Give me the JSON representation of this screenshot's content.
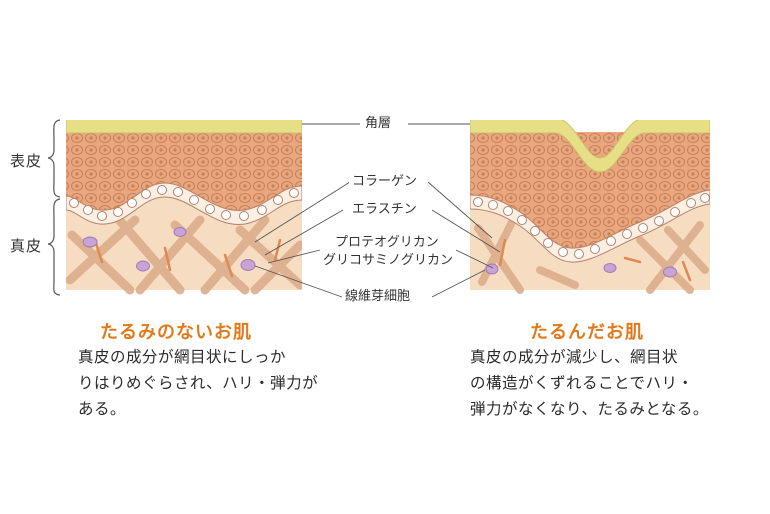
{
  "labels": {
    "epidermis": "表皮",
    "dermis": "真皮",
    "stratum_corneum": "角層",
    "collagen": "コラーゲン",
    "elastin": "エラスチン",
    "proteoglycan": "プロテオグリカン",
    "glycosaminoglycan": "グリコサミノグリカン",
    "fibroblast": "線維芽細胞"
  },
  "left_panel": {
    "title": "たるみのないお肌",
    "desc_lines": [
      "真皮の成分が網目状にしっか",
      "りはりめぐらされ、ハリ・弾力が",
      "ある。"
    ]
  },
  "right_panel": {
    "title": "たるんだお肌",
    "desc_lines": [
      "真皮の成分が減少し、網目状",
      "の構造がくずれることでハリ・",
      "弾力がなくなり、たるみとなる。"
    ]
  },
  "colors": {
    "stratum_corneum": "#e6df86",
    "epidermis": "#e6a37a",
    "dermis": "#f6ddc2",
    "fiber": "#dba37e",
    "accent": "#e27a1c"
  }
}
